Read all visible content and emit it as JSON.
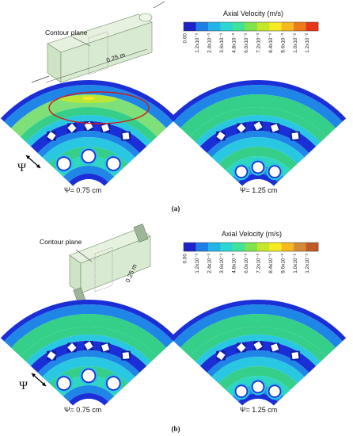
{
  "panel_a": {
    "cylinder_label": "Contour plane",
    "length_label": "0.25 m",
    "legend_title": "Axial Velocity (m/s)",
    "legend_ticks": [
      "0.00",
      "1.2x10⁻³",
      "2.4x10⁻³",
      "3.6x10⁻³",
      "4.8x10⁻³",
      "6.0x10⁻³",
      "7.2x10⁻³",
      "8.4x10⁻³",
      "9.6x10⁻³",
      "1.0x10⁻²",
      "1.2x10⁻²"
    ],
    "psi_symbol": "Ψ",
    "left_caption": "Ψ= 0.75 cm",
    "right_caption": "Ψ= 1.25 cm",
    "panel_letter": "(a)"
  },
  "panel_b": {
    "cylinder_label": "Contour plane",
    "length_label": "0.25 m",
    "legend_title": "Axial Velocity (m/s)",
    "legend_ticks": [
      "0.00",
      "1.2x10⁻³",
      "2.4x10⁻³",
      "3.6x10⁻³",
      "4.8x10⁻³",
      "6.0x10⁻³",
      "7.2x10⁻³",
      "8.4x10⁻³",
      "9.6x10⁻³",
      "1.0x10⁻²",
      "1.2x10⁻²"
    ],
    "psi_symbol": "Ψ",
    "left_caption": "Ψ= 0.75 cm",
    "right_caption": "Ψ= 1.25 cm",
    "panel_letter": "(b)"
  },
  "colors": {
    "legend_a": [
      "#1e22c8",
      "#1f7ee6",
      "#22b4e8",
      "#2bd7d2",
      "#3fe39a",
      "#7fe34c",
      "#c4e72c",
      "#f6ea22",
      "#f6b91e",
      "#ef7a1a",
      "#e8361a"
    ],
    "legend_b": [
      "#1e22c8",
      "#1f7ee6",
      "#22b4e8",
      "#2bd7d2",
      "#3fe39a",
      "#7fe34c",
      "#c4e72c",
      "#f6ea22",
      "#f6b91e",
      "#d58a3a",
      "#c25a28"
    ],
    "deep_blue": "#1b2fd6",
    "mid_blue": "#1f86e8",
    "cyan": "#2ac7e2",
    "teal": "#2fd6c0",
    "green": "#35cf8a",
    "light_green": "#7fe07a",
    "hotspot_ellipse": "#d11a1a",
    "cylinder_fill": "#d9ead2"
  }
}
